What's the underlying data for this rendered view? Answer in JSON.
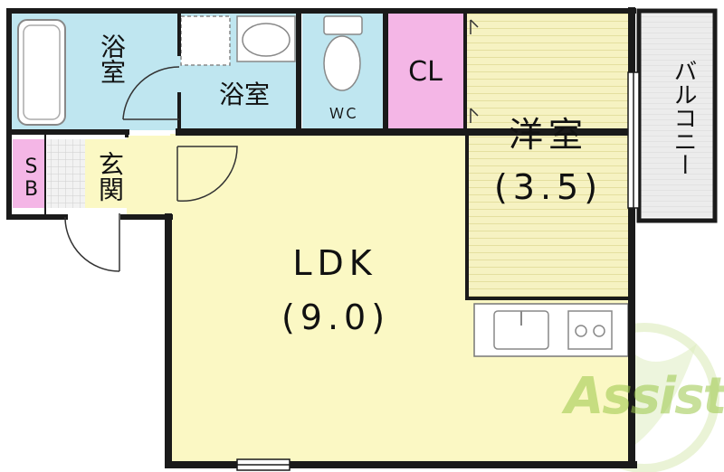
{
  "rooms": {
    "bath_left": {
      "line1": "浴",
      "line2": "室"
    },
    "bath_right": {
      "label": "浴室"
    },
    "wc": {
      "label": "ＷＣ"
    },
    "closet": {
      "label": "CL"
    },
    "western": {
      "name": "洋室",
      "size": "(3.5)"
    },
    "ldk": {
      "name": "LDK",
      "size": "(9.0)"
    },
    "shoe_box": {
      "line1": "S",
      "line2": "B"
    },
    "entrance": {
      "line1": "玄",
      "line2": "関"
    },
    "balcony": {
      "label": "バルコニー"
    }
  },
  "watermark": {
    "text": "Assist"
  },
  "colors": {
    "ldk_fill": "#fbf8c4",
    "bath_fill": "#bfe6f0",
    "closet_fill": "#f4b6e6",
    "western_fill": "#f6f2c2",
    "western_stripe": "#e3dea0",
    "wall": "#1a1a1a",
    "balcony_fill": "#e8e8e8",
    "watermark_green": "#9cc84a",
    "watermark_red": "#d9342b"
  }
}
